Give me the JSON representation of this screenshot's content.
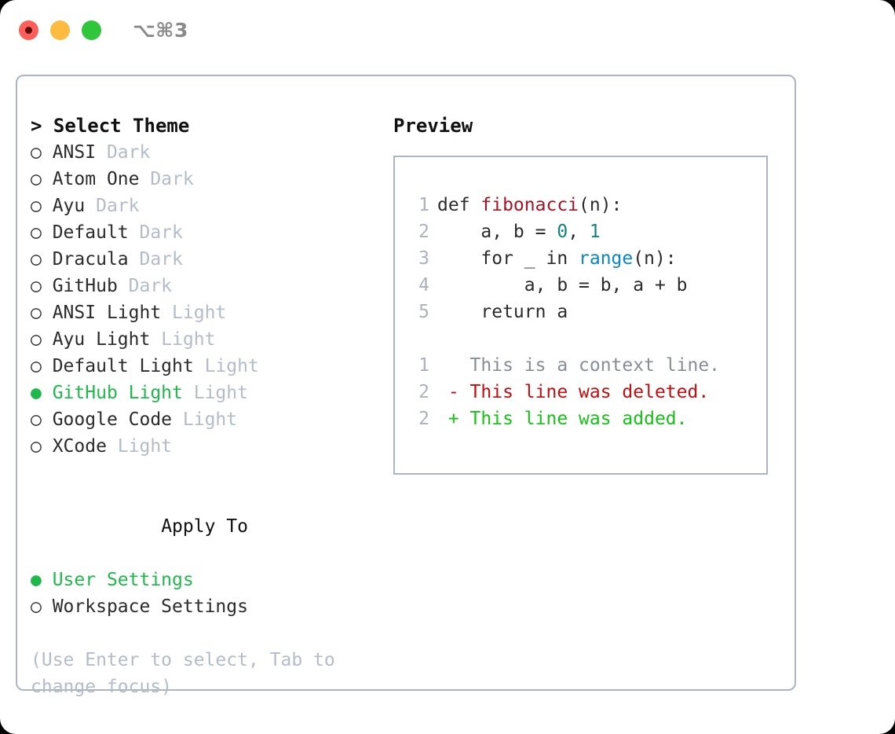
{
  "titlebar": {
    "shortcut": "⌥⌘3",
    "lights": [
      "close-red",
      "minimize-yellow",
      "maximize-green"
    ]
  },
  "theme_picker": {
    "header": "> Select Theme",
    "cursor": ">",
    "marker_selected": "●",
    "marker_unselected": "○",
    "items": [
      {
        "name": "ANSI",
        "badge": "Dark",
        "selected": false
      },
      {
        "name": "Atom One",
        "badge": "Dark",
        "selected": false
      },
      {
        "name": "Ayu",
        "badge": "Dark",
        "selected": false
      },
      {
        "name": "Default",
        "badge": "Dark",
        "selected": false
      },
      {
        "name": "Dracula",
        "badge": "Dark",
        "selected": false
      },
      {
        "name": "GitHub",
        "badge": "Dark",
        "selected": false
      },
      {
        "name": "ANSI Light",
        "badge": "Light",
        "selected": false
      },
      {
        "name": "Ayu Light",
        "badge": "Light",
        "selected": false
      },
      {
        "name": "Default Light",
        "badge": "Light",
        "selected": false
      },
      {
        "name": "GitHub Light",
        "badge": "Light",
        "selected": true
      },
      {
        "name": "Google Code",
        "badge": "Light",
        "selected": false
      },
      {
        "name": "XCode",
        "badge": "Light",
        "selected": false
      }
    ]
  },
  "apply_to": {
    "title": "Apply To",
    "items": [
      {
        "name": "User Settings",
        "selected": true
      },
      {
        "name": "Workspace Settings",
        "selected": false
      }
    ]
  },
  "hint": "(Use Enter to select, Tab to change focus)",
  "preview": {
    "title": "Preview",
    "code": [
      {
        "num": "1",
        "parts": [
          {
            "t": "def ",
            "c": "plain"
          },
          {
            "t": "fibonacci",
            "c": "fn"
          },
          {
            "t": "(n):",
            "c": "plain"
          }
        ]
      },
      {
        "num": "2",
        "parts": [
          {
            "t": "    a, b = ",
            "c": "plain"
          },
          {
            "t": "0",
            "c": "num"
          },
          {
            "t": ", ",
            "c": "plain"
          },
          {
            "t": "1",
            "c": "num"
          }
        ]
      },
      {
        "num": "3",
        "parts": [
          {
            "t": "    for _ in ",
            "c": "plain"
          },
          {
            "t": "range",
            "c": "call"
          },
          {
            "t": "(n):",
            "c": "plain"
          }
        ]
      },
      {
        "num": "4",
        "parts": [
          {
            "t": "        a, b = b, a + b",
            "c": "plain"
          }
        ]
      },
      {
        "num": "5",
        "parts": [
          {
            "t": "    return a",
            "c": "plain"
          }
        ]
      }
    ],
    "diff": [
      {
        "num": "1",
        "sign": " ",
        "text": "This is a context line.",
        "kind": "ctx"
      },
      {
        "num": "2",
        "sign": "-",
        "text": "This line was deleted.",
        "kind": "del"
      },
      {
        "num": "2",
        "sign": "+",
        "text": "This line was added.",
        "kind": "add"
      }
    ]
  },
  "colors": {
    "selected_green": "#1fb84a",
    "badge_gray": "#b3bcc9",
    "border": "#aab4c2",
    "fn_red": "#a31424",
    "num_teal": "#11827e",
    "call_blue": "#0a86c0",
    "diff_del": "#c00d0d",
    "diff_add": "#15c215"
  }
}
